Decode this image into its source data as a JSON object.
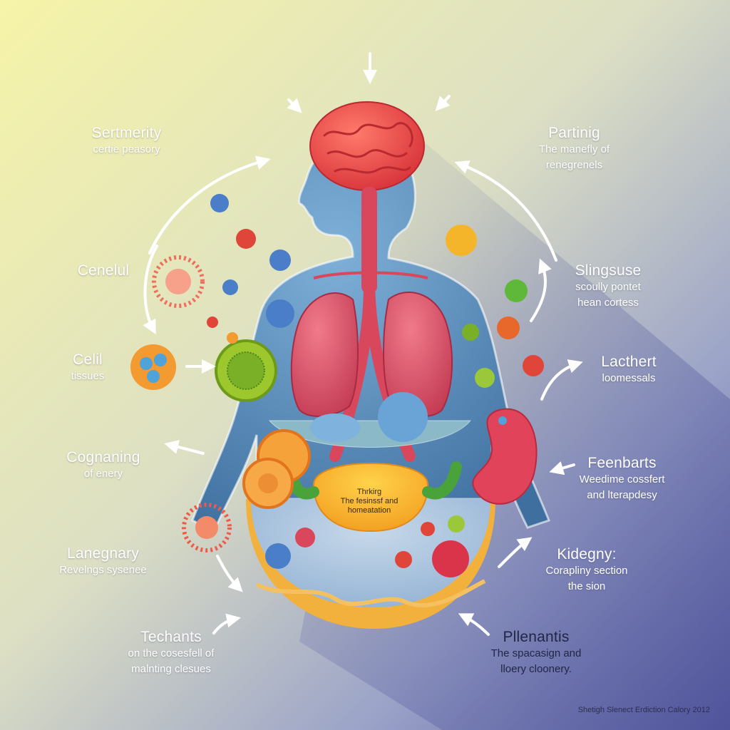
{
  "labels": {
    "top_left": {
      "title": "Sertmerity",
      "sub": [
        "certie peasory"
      ]
    },
    "top_right": {
      "title": "Partinig",
      "sub": [
        "The manefly of",
        "renegrenels"
      ]
    },
    "left_2": {
      "title": "Cenelul",
      "sub": []
    },
    "right_2": {
      "title": "Slingsuse",
      "sub": [
        "scoully pontet",
        "hean cortess"
      ]
    },
    "left_3": {
      "title": "Celil",
      "sub": [
        "tissues"
      ]
    },
    "right_3": {
      "title": "Lacthert",
      "sub": [
        "loomessals"
      ]
    },
    "left_4": {
      "title": "Cognaning",
      "sub": [
        "of enery"
      ]
    },
    "right_4": {
      "title": "Feenbarts",
      "sub": [
        "Weedime cossfert",
        "and lterapdesy"
      ]
    },
    "left_5": {
      "title": "Lanegnary",
      "sub": [
        "Revelngs sysenee"
      ]
    },
    "right_5": {
      "title": "Kidegny:",
      "sub": [
        "Corapliny section",
        "the sion"
      ]
    },
    "bottom_left": {
      "title": "Techants",
      "sub": [
        "on the cosesfell of",
        "malnting clesues"
      ]
    },
    "bottom_right": {
      "title": "Pllenantis",
      "sub": [
        "The spacasign and",
        "lloery cloonery."
      ]
    }
  },
  "center_label": [
    "Thrkirg",
    "The fesinssf and",
    "homeatation"
  ],
  "footer": "Shetigh Slenect Erdiction Calory 2012",
  "colors": {
    "bg_top_left": "#f4f2a6",
    "bg_bottom_right": "#5f63a8",
    "body_blue": "#4f86b6",
    "brain_red": "#e8443f",
    "lung_red": "#d9475c",
    "stomach_yellow": "#f5a623",
    "arrow_white": "#ffffff"
  }
}
